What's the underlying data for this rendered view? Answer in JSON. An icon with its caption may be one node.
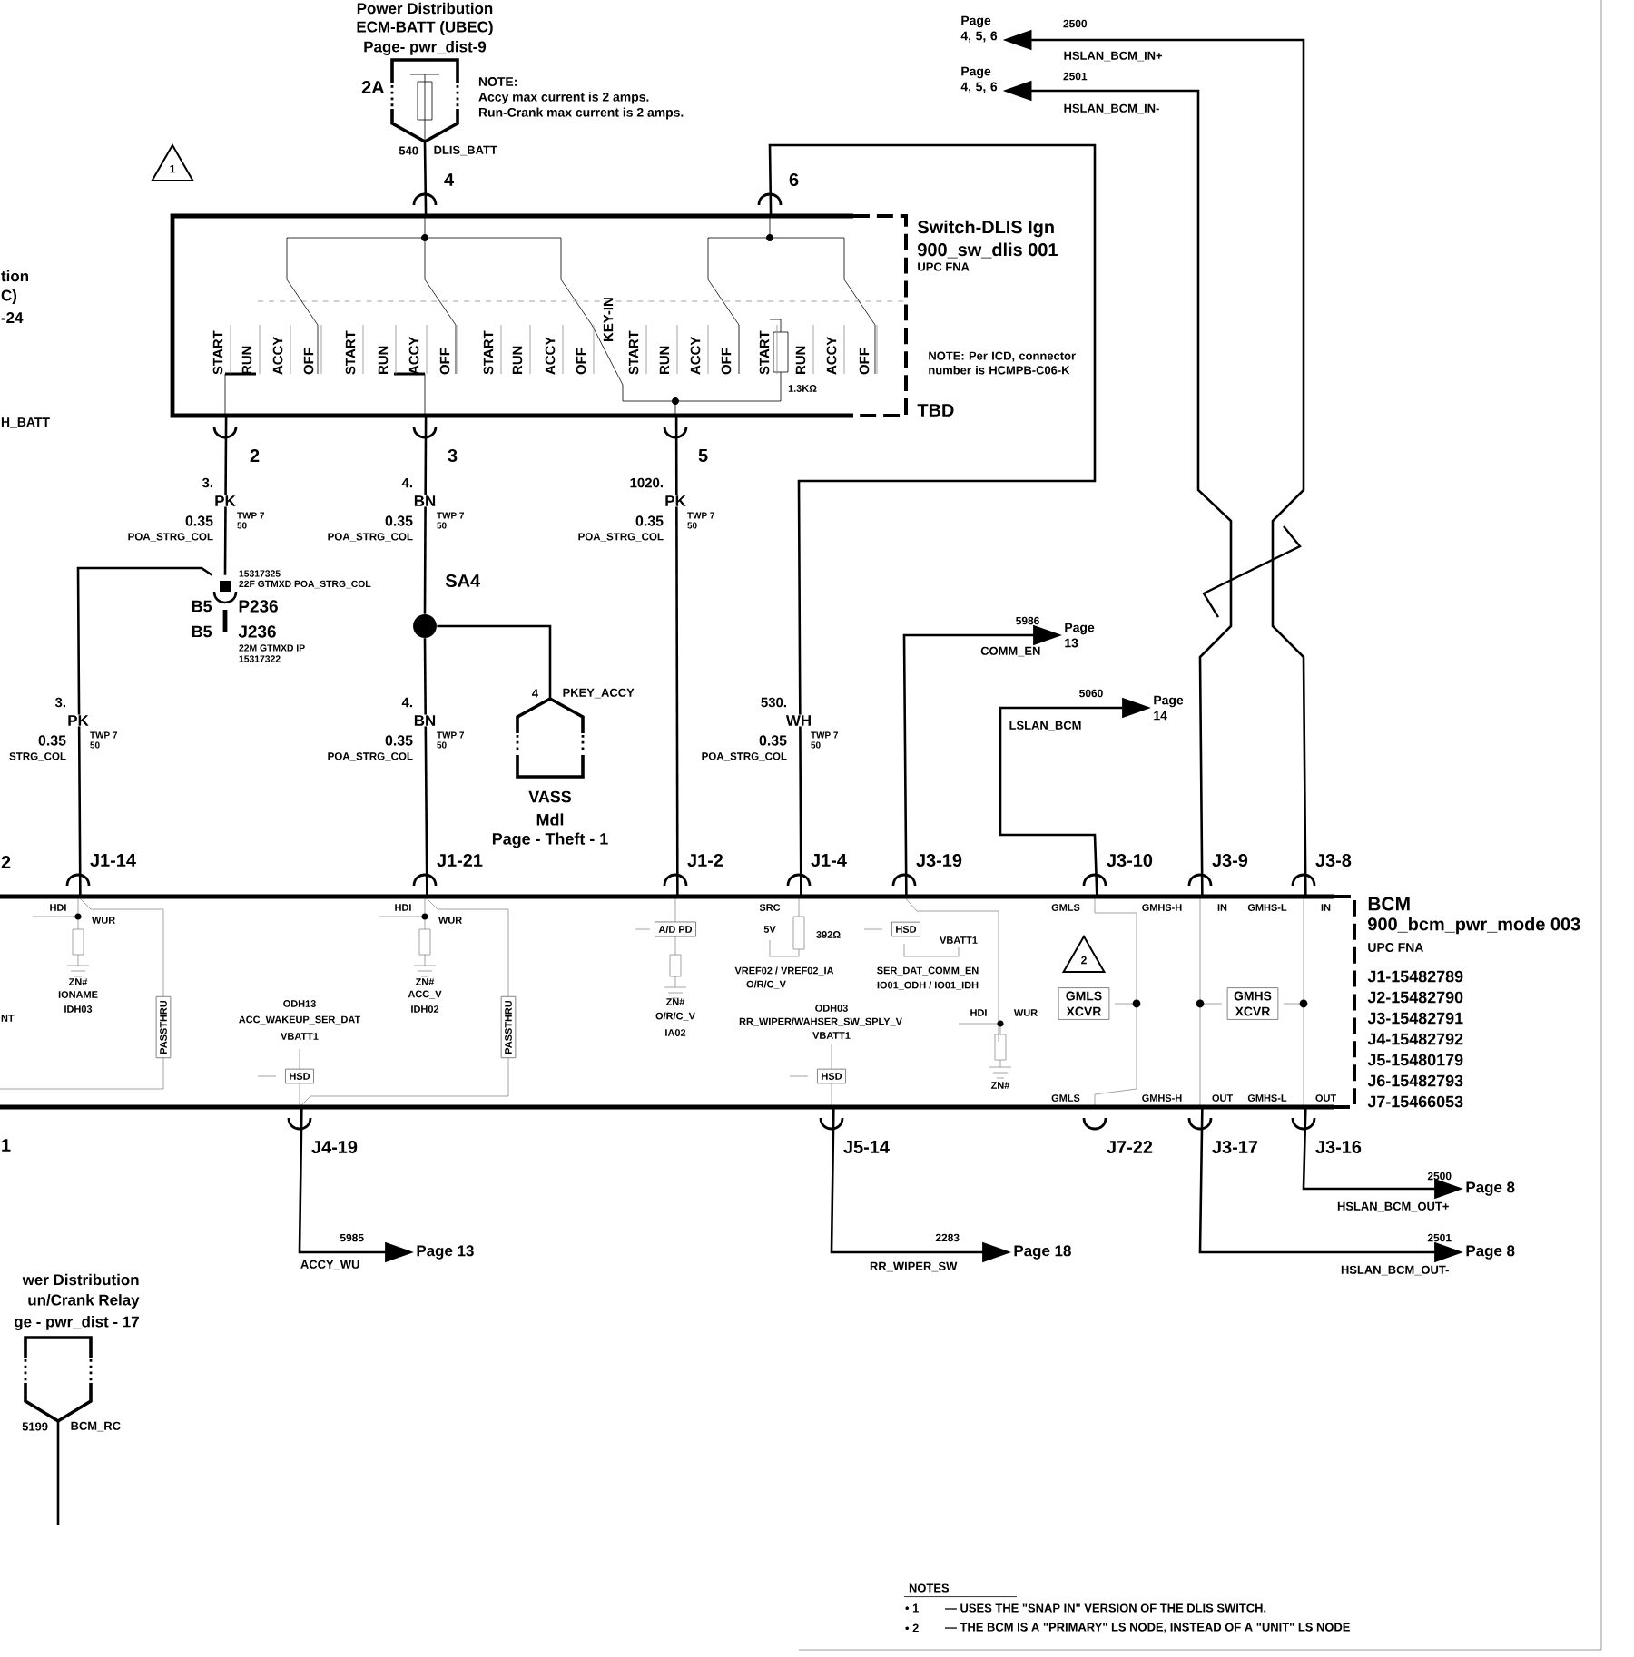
{
  "diagram": {
    "nodes": [
      {
        "text": [
          "Power Distribution",
          "ECM-BATT (UBEC)",
          "Page- pwr_dist-9",
          "2A"
        ]
      },
      {
        "text": [
          "Page 4, 5, 6"
        ]
      },
      {
        "text": [
          "Page 4, 5, 6"
        ]
      },
      {
        "text": [
          "Switch-DLIS Ign",
          "900_sw_dlis 001",
          "UPC FNA",
          "NOTE: Per ICD, connector number is HCMPB-C06-K",
          "TBD"
        ]
      },
      {
        "text": [
          "P236",
          "J236"
        ],
        "beside": [
          "B5",
          "B5"
        ]
      },
      {
        "text": [],
        "shape": "circle",
        "beside": [
          "SA4"
        ]
      },
      {
        "text": [
          "VASS",
          "Mdl",
          "Page - Theft - 1"
        ]
      },
      {
        "text": [
          "Page 13"
        ]
      },
      {
        "text": [
          "Page 14"
        ]
      },
      {
        "text": [
          "BCM",
          "900_bcm_pwr_mode 003",
          "UPC FNA",
          "J1-15482789",
          "J2-15482790",
          "J3-15482791",
          "J4-15482792",
          "J5-15480179",
          "J6-15482793",
          "J7-15466053"
        ]
      },
      {
        "text": [
          "Page 13"
        ]
      },
      {
        "text": [
          "Page 18"
        ]
      },
      {
        "text": [
          "Page 8"
        ]
      },
      {
        "text": [
          "Page 8"
        ]
      },
      {
        "text": [
          "wer Distribution",
          "un/Crank Relay",
          "ge - pwr_dist - 17"
        ]
      }
    ],
    "edges": [
      {
        "from": 0,
        "to": 3,
        "arrow": "none",
        "label": "DLIS_BATT"
      },
      {
        "from": 9,
        "to": 1,
        "arrow": "to",
        "label": "HSLAN_BCM_IN+"
      },
      {
        "from": 9,
        "to": 2,
        "arrow": "to",
        "label": "HSLAN_BCM_IN-"
      },
      {
        "from": 3,
        "to": 5,
        "arrow": "none"
      },
      {
        "from": 5,
        "to": 9,
        "arrow": "none"
      },
      {
        "from": 5,
        "to": 6,
        "arrow": "none",
        "label": "PKEY_ACCY"
      },
      {
        "from": 3,
        "to": 4,
        "arrow": "none"
      },
      {
        "from": 4,
        "to": 9,
        "arrow": "none"
      },
      {
        "from": 3,
        "to": 9,
        "arrow": "none"
      },
      {
        "from": 3,
        "to": 9,
        "arrow": "none"
      },
      {
        "from": 9,
        "to": 7,
        "arrow": "to",
        "label": "COMM_EN"
      },
      {
        "from": 9,
        "to": 8,
        "arrow": "to",
        "label": "LSLAN_BCM"
      },
      {
        "from": 9,
        "to": 10,
        "arrow": "to",
        "label": "ACCY_WU"
      },
      {
        "from": 9,
        "to": 11,
        "arrow": "to",
        "label": "RR_WIPER_SW"
      },
      {
        "from": 9,
        "to": 12,
        "arrow": "to",
        "label": "HSLAN_BCM_OUT+"
      },
      {
        "from": 9,
        "to": 13,
        "arrow": "to",
        "label": "HSLAN_BCM_OUT-"
      },
      {
        "from": 14,
        "to": null,
        "arrow": "none",
        "label": "BCM_RC"
      }
    ],
    "labels": [
      "NOTE:",
      "Accy max current is 2 amps.",
      "Run-Crank max current is 2 amps.",
      "2500",
      "2501",
      "540",
      "4",
      "6",
      "1",
      "tion",
      "C)",
      "-24",
      "H_BATT",
      "START",
      "RUN",
      "ACCY",
      "OFF",
      "START",
      "RUN",
      "ACCY",
      "OFF",
      "START",
      "RUN",
      "ACCY",
      "OFF",
      "KEY-IN",
      "START",
      "RUN",
      "ACCY",
      "OFF",
      "START",
      "RUN",
      "ACCY",
      "OFF",
      "1.3KΩ",
      "2",
      "3",
      "5",
      "3.",
      "PK",
      "0.35",
      "TWP 7",
      "50",
      "POA_STRG_COL",
      "4.",
      "BN",
      "0.35",
      "TWP 7",
      "50",
      "POA_STRG_COL",
      "1020.",
      "PK",
      "0.35",
      "TWP 7",
      "50",
      "POA_STRG_COL",
      "15317325",
      "22F GTMXD POA_STRG_COL",
      "22M GTMXD IP",
      "15317322",
      "3.",
      "PK",
      "0.35",
      "TWP 7",
      "50",
      "STRG_COL",
      "4.",
      "BN",
      "0.35",
      "TWP 7",
      "50",
      "POA_STRG_COL",
      "530.",
      "WH",
      "0.35",
      "TWP 7",
      "50",
      "POA_STRG_COL",
      "4",
      "5986",
      "5060",
      "2",
      "J1-14",
      "J1-21",
      "J1-2",
      "J1-4",
      "J3-19",
      "J3-10",
      "J3-9",
      "J3-8",
      "HDI",
      "WUR",
      "ZN#",
      "IONAME",
      "IDH03",
      "PASSTHRU",
      "NT",
      "ODH13",
      "ACC_WAKEUP_SER_DAT",
      "VBATT1",
      "HSD",
      "HDI",
      "WUR",
      "ZN#",
      "ACC_V",
      "IDH02",
      "PASSTHRU",
      "A/D PD",
      "ZN#",
      "O/R/C_V",
      "IA02",
      "SRC",
      "5V",
      "392Ω",
      "VREF02 / VREF02_IA",
      "O/R/C_V",
      "ODH03",
      "RR_WIPER/WAHSER_SW_SPLY_V",
      "VBATT1",
      "HSD",
      "HSD",
      "VBATT1",
      "SER_DAT_COMM_EN",
      "IO01_ODH / IO01_IDH",
      "HDI",
      "WUR",
      "ZN#",
      "GMLS",
      "GMHS-H",
      "IN",
      "GMHS-L",
      "IN",
      "2",
      "GMLS XCVR",
      "GMHS XCVR",
      "GMLS",
      "GMHS-H",
      "OUT",
      "GMHS-L",
      "OUT",
      "1",
      "J4-19",
      "J5-14",
      "J7-22",
      "J3-17",
      "J3-16",
      "2500",
      "5985",
      "2283",
      "2501",
      "5199",
      "NOTES",
      "• 1",
      "— USES THE \"SNAP IN\" VERSION OF THE DLIS SWITCH.",
      "• 2",
      "— THE BCM IS A \"PRIMARY\" LS NODE, INSTEAD OF A \"UNIT\" LS NODE"
    ]
  }
}
